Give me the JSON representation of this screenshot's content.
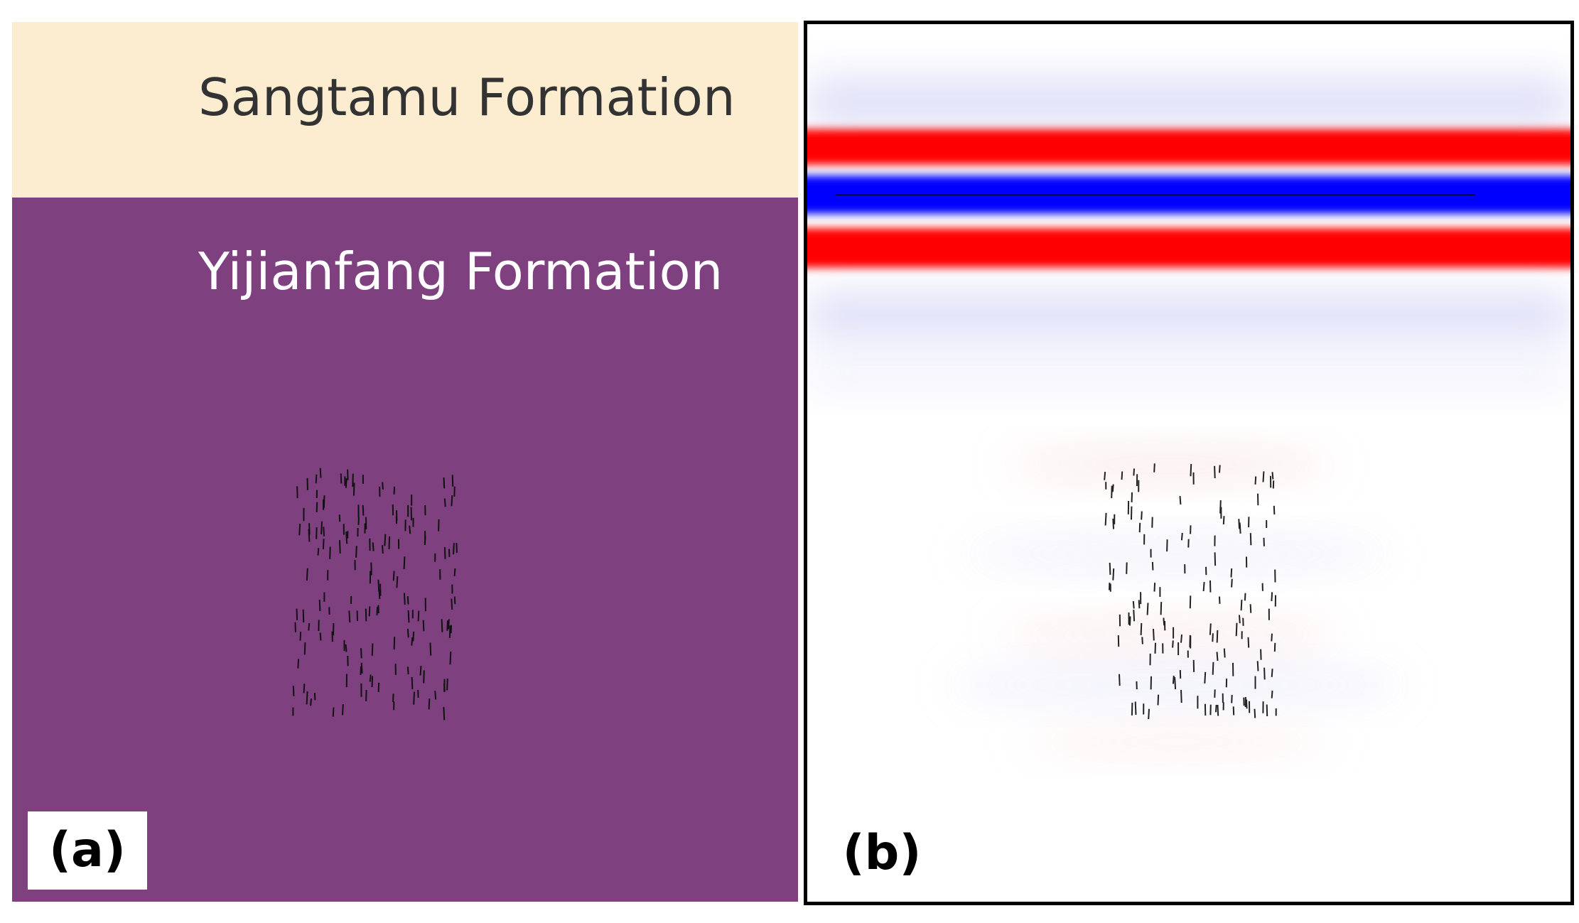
{
  "panel_a": {
    "tag": "(a)",
    "layers": [
      {
        "name": "Sangtamu Formation",
        "color": "#fcecd0"
      },
      {
        "name": "Yijianfang Formation",
        "color": "#7f4080"
      }
    ]
  },
  "panel_b": {
    "tag": "(b)",
    "colors": {
      "positive": "#ff0000",
      "negative": "#0000ff",
      "background": "#ffffff"
    }
  }
}
